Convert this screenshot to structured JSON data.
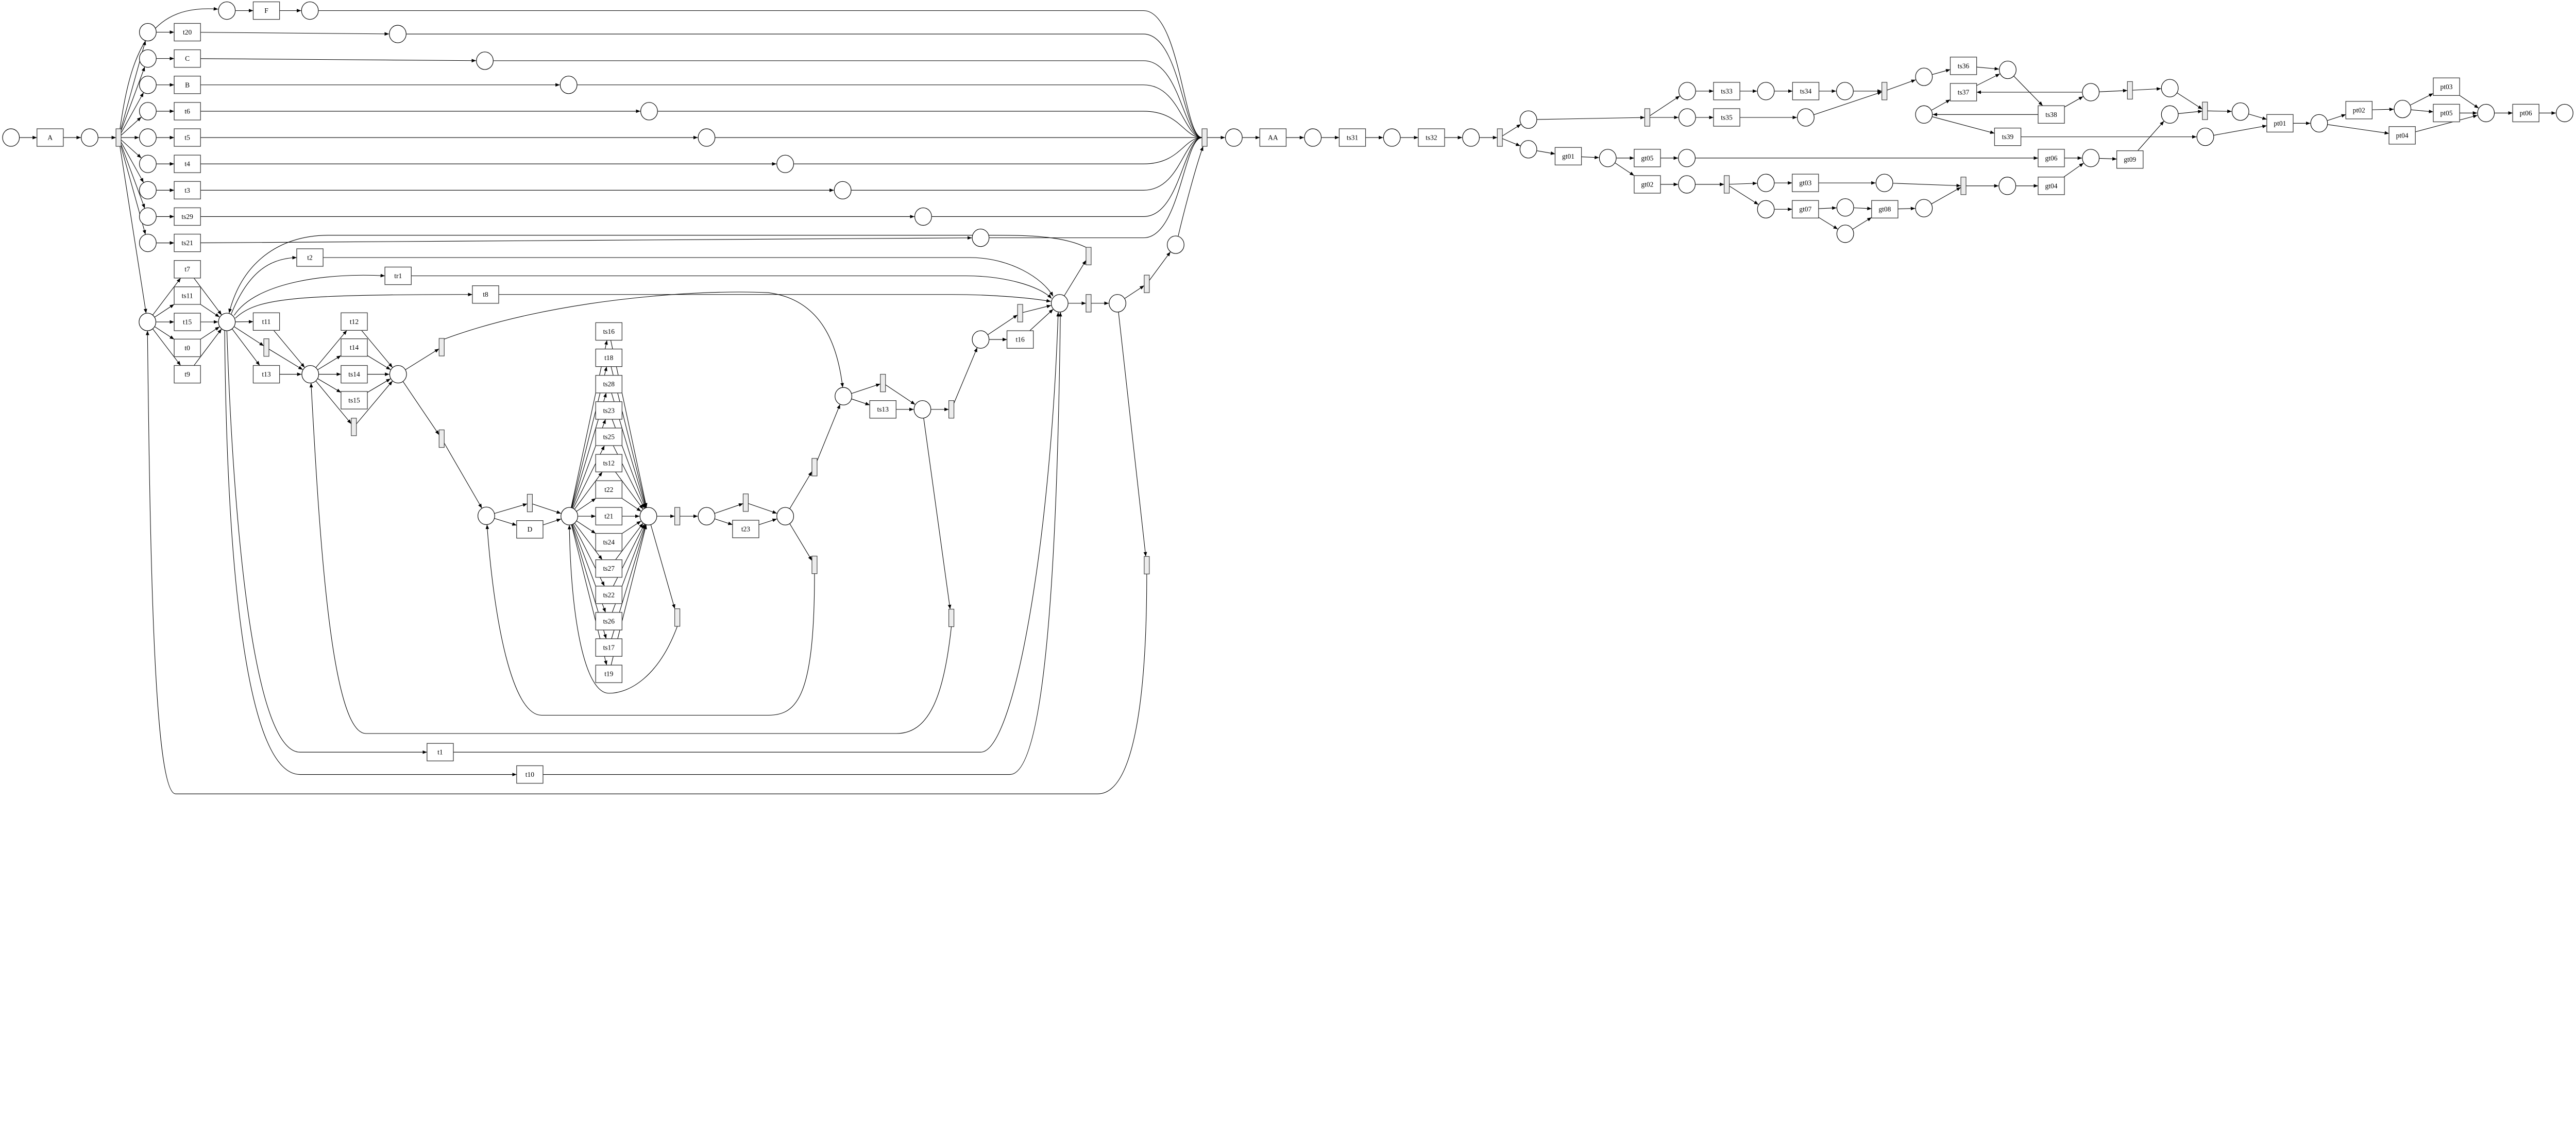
{
  "diagram": {
    "type": "petri-net",
    "colors": {
      "silent_fill": "#ececec",
      "stroke": "#000000",
      "background": "#ffffff"
    }
  },
  "transitions": [
    "A",
    "F",
    "t20",
    "C",
    "B",
    "t6",
    "t5",
    "t4",
    "t3",
    "ts29",
    "ts21",
    "t7",
    "ts11",
    "t15",
    "t0",
    "t9",
    "t2",
    "tr1",
    "t8",
    "t11",
    "t13",
    "t12",
    "t14",
    "ts14",
    "ts15",
    "D",
    "ts16",
    "t18",
    "ts28",
    "ts23",
    "ts25",
    "ts12",
    "t22",
    "t21",
    "ts24",
    "ts27",
    "ts22",
    "ts26",
    "ts17",
    "t19",
    "t23",
    "ts13",
    "t16",
    "t1",
    "t10",
    "AA",
    "ts31",
    "ts32",
    "ts33",
    "ts34",
    "ts35",
    "ts36",
    "ts37",
    "ts38",
    "ts39",
    "gt01",
    "gt05",
    "gt02",
    "gt03",
    "gt07",
    "gt08",
    "gt04",
    "gt06",
    "gt09",
    "pt01",
    "pt02",
    "pt03",
    "pt05",
    "pt04",
    "pt06"
  ]
}
